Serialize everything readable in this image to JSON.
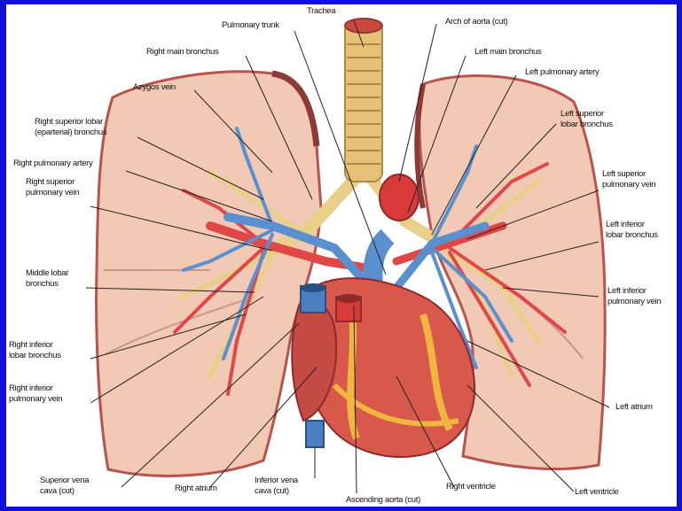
{
  "labels": {
    "trachea": "Trachea",
    "pulmonary_trunk": "Pulmonary trunk",
    "arch_of_aorta": "Arch of aorta (cut)",
    "right_main_bronchus": "Right main bronchus",
    "left_main_bronchus": "Left main bronchus",
    "left_pulmonary_artery": "Left pulmonary artery",
    "azygos_vein": "Azygos vein",
    "right_superior_lobar_1": "Right superior lobar",
    "right_superior_lobar_2": "(eparterial) bronchus",
    "left_superior_lobar_1": "Left superior",
    "left_superior_lobar_2": "lobar bronchus",
    "right_pulmonary_artery": "Right pulmonary artery",
    "left_superior_vein_1": "Left superior",
    "left_superior_vein_2": "pulmonary vein",
    "right_superior_vein_1": "Right superior",
    "right_superior_vein_2": "pulmonary vein",
    "left_inferior_lobar_1": "Left inferior",
    "left_inferior_lobar_2": "lobar bronchus",
    "middle_lobar_1": "Middle lobar",
    "middle_lobar_2": "bronchus",
    "left_inferior_vein_1": "Left inferior",
    "left_inferior_vein_2": "pulmonary vein",
    "right_inferior_lobar_1": "Right inferior",
    "right_inferior_lobar_2": "lobar bronchus",
    "right_inferior_vein_1": "Right inferior",
    "right_inferior_vein_2": "pulmonary vein",
    "left_atrium": "Left atrium",
    "svc_1": "Superior vena",
    "svc_2": "cava (cut)",
    "right_atrium": "Right atrium",
    "ivc_1": "Inferior vena",
    "ivc_2": "cava (cut)",
    "ascending_aorta": "Ascending aorta (cut)",
    "right_ventricle": "Right ventricle",
    "left_ventricle": "Left ventricle"
  },
  "colors": {
    "frame": "#1010d8",
    "lung": "#f2c9b4",
    "lung_edge": "#b8544e",
    "artery": "#e04848",
    "vein": "#5a8fd0",
    "bronchus": "#e8cf8a",
    "heart": "#d9584c",
    "fat": "#f0b640"
  }
}
